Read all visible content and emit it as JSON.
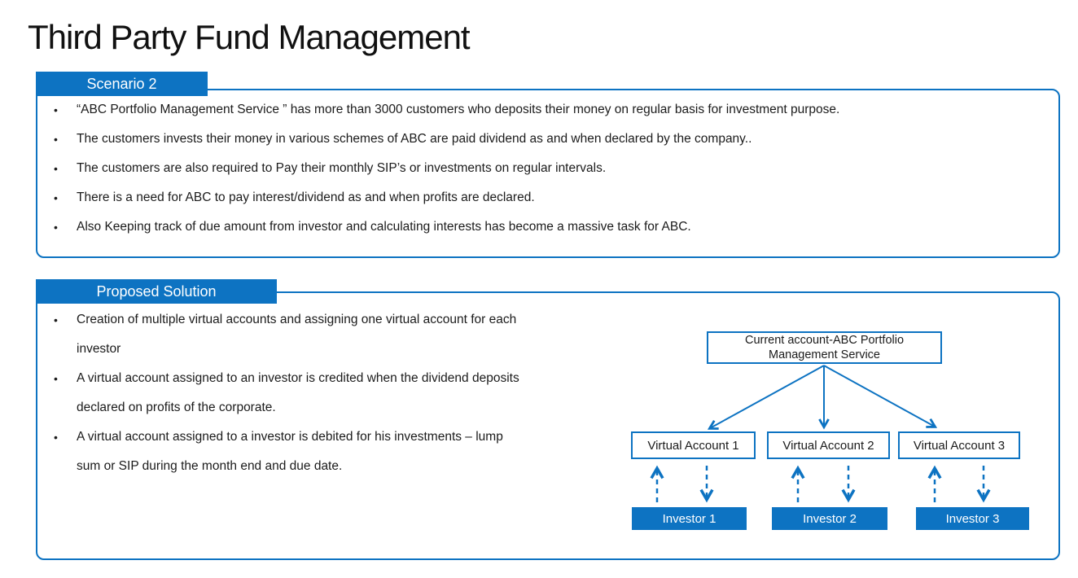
{
  "page": {
    "title": "Third Party Fund Management"
  },
  "colors": {
    "accent_blue": "#0d73c2",
    "text": "#1b1b1b",
    "box_fill": "#ffffff",
    "investor_text": "#ffffff"
  },
  "scenario": {
    "header": "Scenario 2",
    "bullets": [
      "“ABC Portfolio Management Service ” has more than 3000 customers who deposits their money on regular basis for investment purpose.",
      "The customers invests their money in various schemes of ABC are paid dividend as and when declared by the company..",
      "The customers are also required to Pay their monthly SIP’s or investments on regular intervals.",
      "There is a need for ABC to pay interest/dividend as and when profits are declared.",
      "Also Keeping track of due amount from investor and calculating interests has become a massive task for ABC."
    ]
  },
  "solution": {
    "header": "Proposed Solution",
    "bullets": [
      "Creation of multiple virtual accounts and assigning one virtual account for each\ninvestor",
      "A virtual account assigned to an investor is credited when the dividend deposits\ndeclared on profits of the corporate.",
      "A virtual account assigned to a investor is debited for his investments – lump\nsum or SIP during the month end and due date."
    ]
  },
  "diagram": {
    "root_account": "Current account-ABC Portfolio\nManagement Service",
    "virtual_accounts": [
      "Virtual Account 1",
      "Virtual Account 2",
      "Virtual Account 3"
    ],
    "investors": [
      "Investor 1",
      "Investor 2",
      "Investor 3"
    ]
  }
}
